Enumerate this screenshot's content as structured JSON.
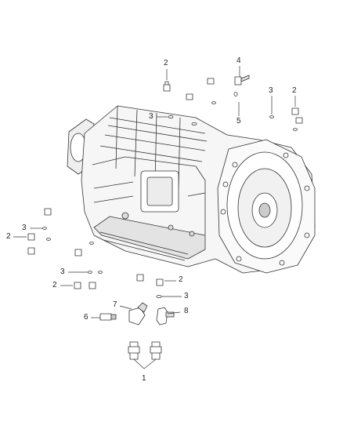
{
  "callouts": [
    {
      "id": "c2a",
      "text": "2"
    },
    {
      "id": "c4",
      "text": "4"
    },
    {
      "id": "c3a",
      "text": "3"
    },
    {
      "id": "c2b",
      "text": "2"
    },
    {
      "id": "c3b",
      "text": "3"
    },
    {
      "id": "c5",
      "text": "5"
    },
    {
      "id": "c3c",
      "text": "3"
    },
    {
      "id": "c2c",
      "text": "2"
    },
    {
      "id": "c3d",
      "text": "3"
    },
    {
      "id": "c2d",
      "text": "2"
    },
    {
      "id": "c2e",
      "text": "2"
    },
    {
      "id": "c3e",
      "text": "3"
    },
    {
      "id": "c7",
      "text": "7"
    },
    {
      "id": "c8",
      "text": "8"
    },
    {
      "id": "c6",
      "text": "6"
    },
    {
      "id": "c1",
      "text": "1"
    }
  ],
  "colors": {
    "line": "#333333",
    "fill": "#ffffff",
    "shade": "#d9d9d9",
    "dark": "#9a9a9a"
  }
}
